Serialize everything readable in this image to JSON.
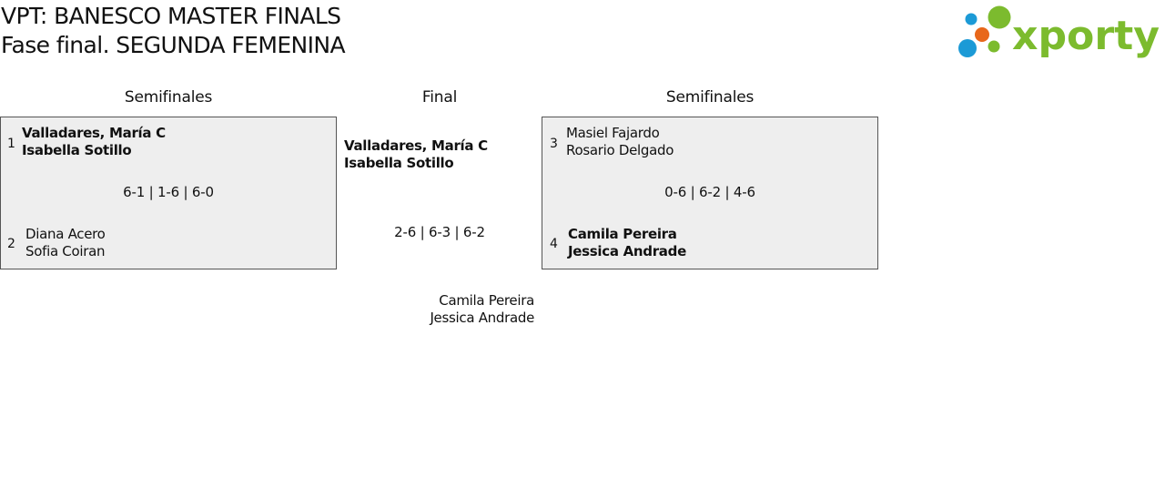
{
  "header": {
    "title_line1": "VPT: BANESCO MASTER FINALS",
    "title_line2": "Fase final. SEGUNDA FEMENINA"
  },
  "logo": {
    "text": "xporty",
    "colors": {
      "green": "#7cbb2e",
      "blue": "#1c9ad6",
      "orange": "#e8671a"
    }
  },
  "columns": {
    "left_heading": "Semifinales",
    "center_heading": "Final",
    "right_heading": "Semifinales"
  },
  "semifinal_left": {
    "top": {
      "seed": "1",
      "player1": "Valladares, María C",
      "player2": "Isabella Sotillo"
    },
    "score": "6-1 | 1-6 | 6-0",
    "bottom": {
      "seed": "2",
      "player1": "Diana Acero",
      "player2": "Sofia Coiran"
    }
  },
  "final": {
    "top": {
      "player1": "Valladares, María C",
      "player2": "Isabella Sotillo"
    },
    "score": "2-6 | 6-3 | 6-2",
    "bottom": {
      "player1": "Camila Pereira",
      "player2": "Jessica Andrade"
    }
  },
  "semifinal_right": {
    "top": {
      "seed": "3",
      "player1": "Masiel Fajardo",
      "player2": "Rosario Delgado"
    },
    "score": "0-6 | 6-2 | 4-6",
    "bottom": {
      "seed": "4",
      "player1": "Camila Pereira",
      "player2": "Jessica Andrade"
    }
  }
}
